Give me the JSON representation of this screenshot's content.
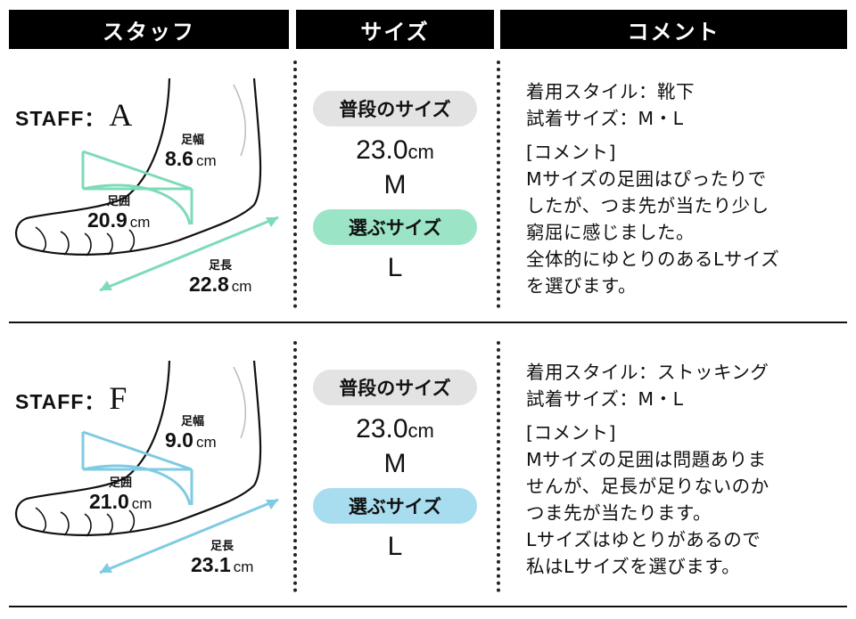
{
  "header": {
    "col1": "スタッフ",
    "col2": "サイズ",
    "col3": "コメント"
  },
  "colors": {
    "green": "#7ddbb7",
    "green_pill": "#9be5c6",
    "blue": "#7fcbe3",
    "blue_pill": "#a8dcef",
    "gray_pill": "#e3e3e3"
  },
  "rows": [
    {
      "staff_label": "STAFF：",
      "staff_letter": "A",
      "width_label": "足幅",
      "width_value": "8.6",
      "girth_label": "足囲",
      "girth_value": "20.9",
      "length_label": "足長",
      "length_value": "22.8",
      "unit": "cm",
      "usual_size_label": "普段のサイズ",
      "usual_size_value": "23.0",
      "usual_size_unit": "cm",
      "usual_size_letter": "M",
      "chosen_size_label": "選ぶサイズ",
      "chosen_size_value": "L",
      "comment_lines": [
        "着用スタイル：靴下",
        "試着サイズ：M・L"
      ],
      "comment_body": [
        "[コメント]",
        "Mサイズの足囲はぴったりで",
        "したが、つま先が当たり少し",
        "窮屈に感じました。",
        "全体的にゆとりのあるLサイズ",
        "を選びます。"
      ]
    },
    {
      "staff_label": "STAFF：",
      "staff_letter": "F",
      "width_label": "足幅",
      "width_value": "9.0",
      "girth_label": "足囲",
      "girth_value": "21.0",
      "length_label": "足長",
      "length_value": "23.1",
      "unit": "cm",
      "usual_size_label": "普段のサイズ",
      "usual_size_value": "23.0",
      "usual_size_unit": "cm",
      "usual_size_letter": "M",
      "chosen_size_label": "選ぶサイズ",
      "chosen_size_value": "L",
      "comment_lines": [
        "着用スタイル：ストッキング",
        "試着サイズ：M・L"
      ],
      "comment_body": [
        "[コメント]",
        "Mサイズの足囲は問題ありま",
        "せんが、足長が足りないのか",
        "つま先が当たります。",
        "Lサイズはゆとりがあるので",
        "私はLサイズを選びます。"
      ]
    }
  ]
}
